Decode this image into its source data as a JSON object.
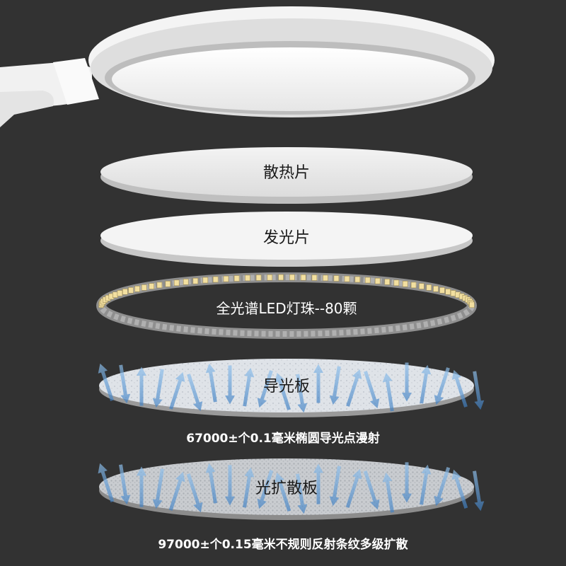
{
  "layers": {
    "heat_sink": "散热片",
    "light_sheet": "发光片",
    "led_ring": "全光谱LED灯珠--80颗",
    "light_guide": "导光板",
    "diffuser": "光扩散板"
  },
  "captions": {
    "light_guide_note": "67000±个0.1毫米椭圆导光点漫射",
    "diffuser_note": "97000±个0.15毫米不规则反射条纹多级扩散"
  },
  "colors": {
    "background": "#323232",
    "disc_white": "#ececec",
    "led_chip": "#f2dfa0",
    "arrow_blue": "#6fa8dc"
  }
}
